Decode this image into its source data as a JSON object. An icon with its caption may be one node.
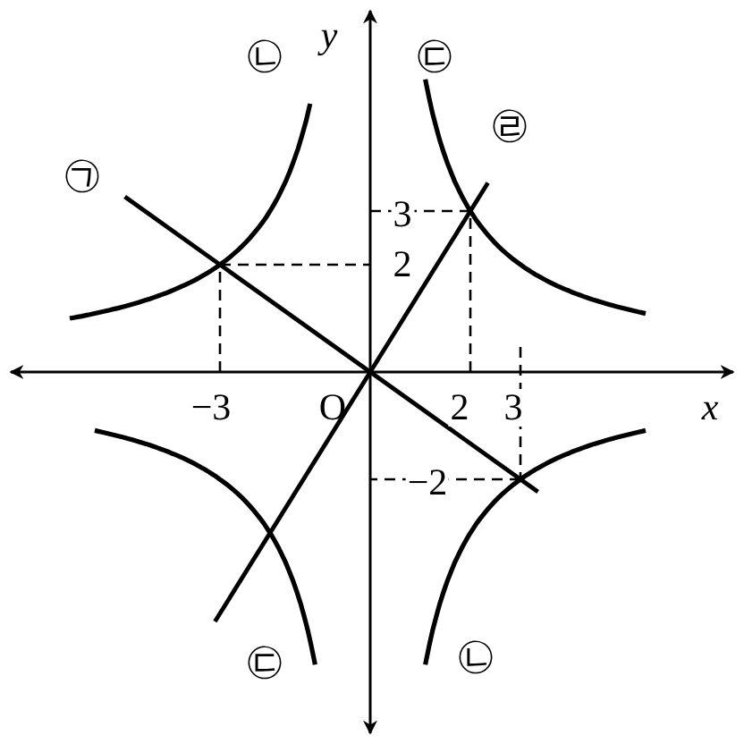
{
  "diagram": {
    "labels": [
      "y",
      "㉡",
      "㉢",
      "㉣",
      "㉠",
      "3",
      "2",
      "−3",
      "O",
      "2",
      "3",
      "x",
      "−2",
      "㉢",
      "㉡"
    ]
  }
}
